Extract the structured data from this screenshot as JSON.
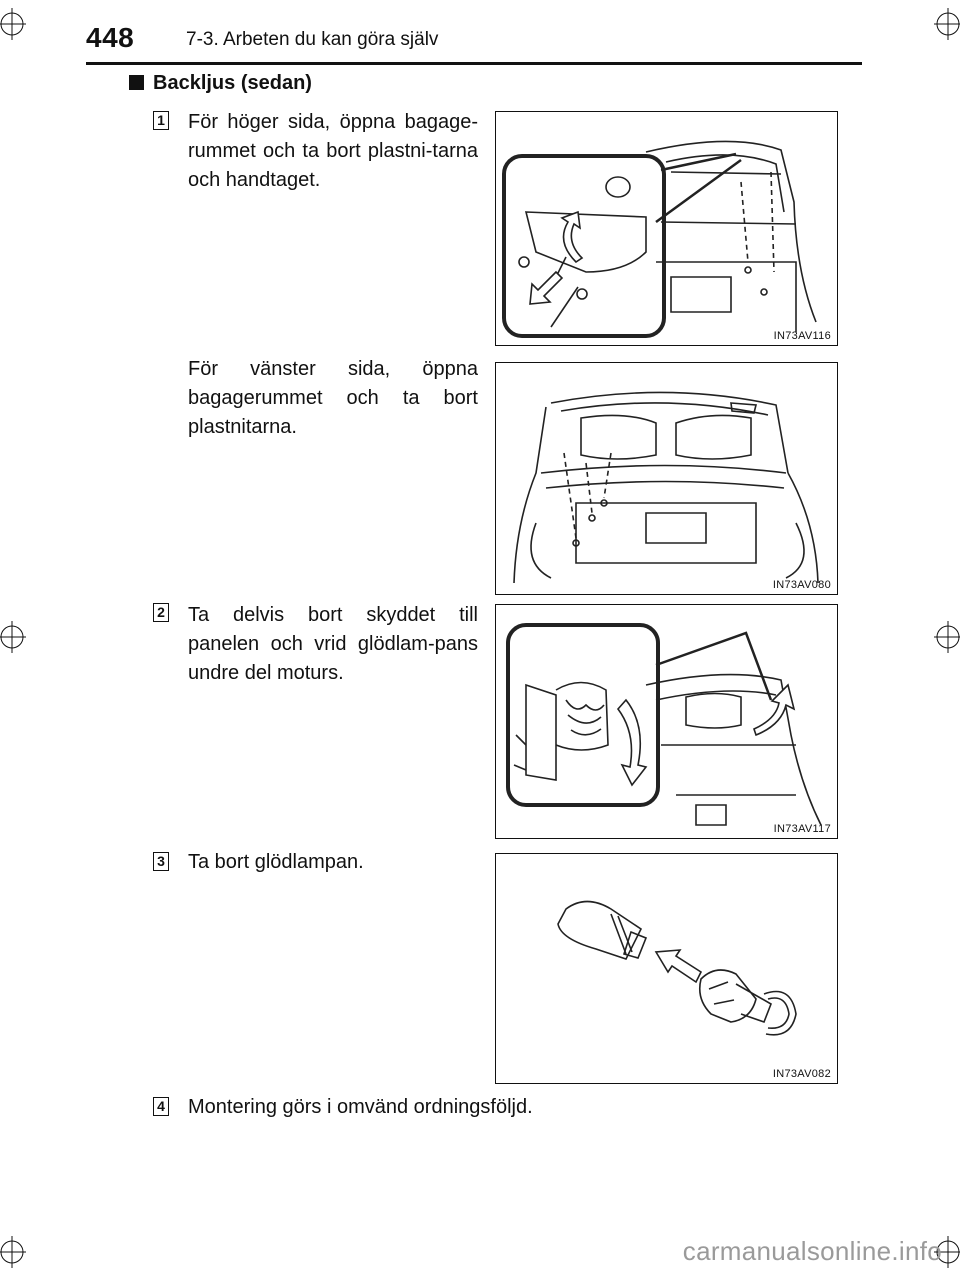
{
  "header": {
    "page_number": "448",
    "section_title": "7-3. Arbeten du kan göra själv"
  },
  "heading": "Backljus (sedan)",
  "steps": [
    {
      "number": "1",
      "text": "För höger sida, öppna bagage-rummet och ta bort plastni-tarna och handtaget."
    },
    {
      "number": "",
      "text": "För vänster sida, öppna bagagerummet och ta bort plastnitarna."
    },
    {
      "number": "2",
      "text": "Ta delvis bort skyddet till panelen och vrid glödlam-pans undre del moturs."
    },
    {
      "number": "3",
      "text": "Ta bort glödlampan."
    },
    {
      "number": "4",
      "text": "Montering görs i omvänd ordningsföljd."
    }
  ],
  "figures": [
    {
      "id": "IN73AV116"
    },
    {
      "id": "IN73AV080"
    },
    {
      "id": "IN73AV117"
    },
    {
      "id": "IN73AV082"
    }
  ],
  "watermark": "carmanualsonline.info"
}
